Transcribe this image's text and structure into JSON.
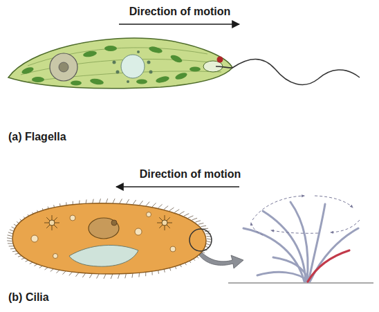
{
  "diagram": {
    "labels": [
      "Direction of motion",
      "(a) Flagella",
      "Direction of motion",
      "(b) Cilia"
    ]
  }
}
